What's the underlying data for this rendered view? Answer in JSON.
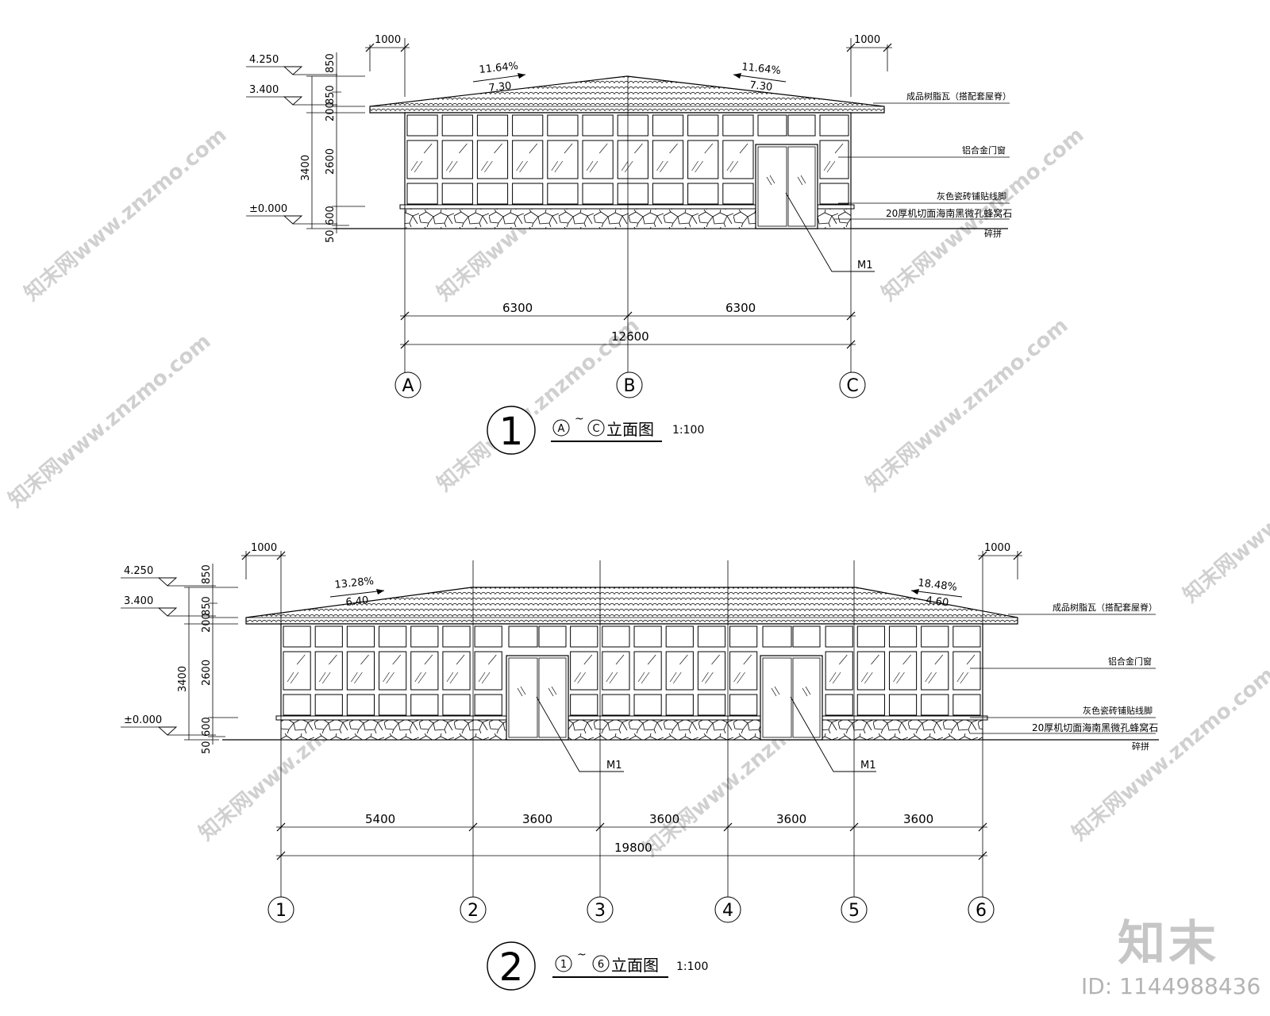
{
  "watermark": {
    "text": "知末网www.znzmo.com",
    "brand": "知末",
    "id": "ID: 1144988436"
  },
  "elevation1": {
    "number": "1",
    "title_axes_a": "A",
    "title_axes_b": "C",
    "title_tilde": "~",
    "title_text": "立面图",
    "scale": "1:100",
    "levels": [
      "4.250",
      "3.400",
      "±0.000"
    ],
    "vertical_dims": [
      "850",
      "850",
      "200",
      "3400",
      "2600",
      "600",
      "50"
    ],
    "overhang_left": "1000",
    "overhang_right": "1000",
    "slope_left": "11.64%",
    "slope_left_len": "7.30",
    "slope_right": "11.64%",
    "slope_right_len": "7.30",
    "notes": [
      "成品树脂瓦（搭配套屋脊）",
      "铝合金门窗",
      "灰色瓷砖铺贴线脚",
      "20厚机切面海南黑微孔蜂窝石",
      "碎拼"
    ],
    "door_label": "M1",
    "spans": [
      "6300",
      "6300"
    ],
    "total": "12600",
    "axes": [
      "A",
      "B",
      "C"
    ]
  },
  "elevation2": {
    "number": "2",
    "title_axes_a": "1",
    "title_axes_b": "6",
    "title_tilde": "~",
    "title_text": "立面图",
    "scale": "1:100",
    "levels": [
      "4.250",
      "3.400",
      "±0.000"
    ],
    "vertical_dims": [
      "850",
      "850",
      "200",
      "3400",
      "2600",
      "600",
      "50"
    ],
    "overhang_left": "1000",
    "overhang_right": "1000",
    "slope_left": "13.28%",
    "slope_left_len": "6.40",
    "slope_right": "18.48%",
    "slope_right_len": "4.60",
    "notes": [
      "成品树脂瓦（搭配套屋脊）",
      "铝合金门窗",
      "灰色瓷砖铺贴线脚",
      "20厚机切面海南黑微孔蜂窝石",
      "碎拼"
    ],
    "door_label_1": "M1",
    "door_label_2": "M1",
    "spans": [
      "5400",
      "3600",
      "3600",
      "3600",
      "3600"
    ],
    "total": "19800",
    "axes": [
      "1",
      "2",
      "3",
      "4",
      "5",
      "6"
    ]
  }
}
